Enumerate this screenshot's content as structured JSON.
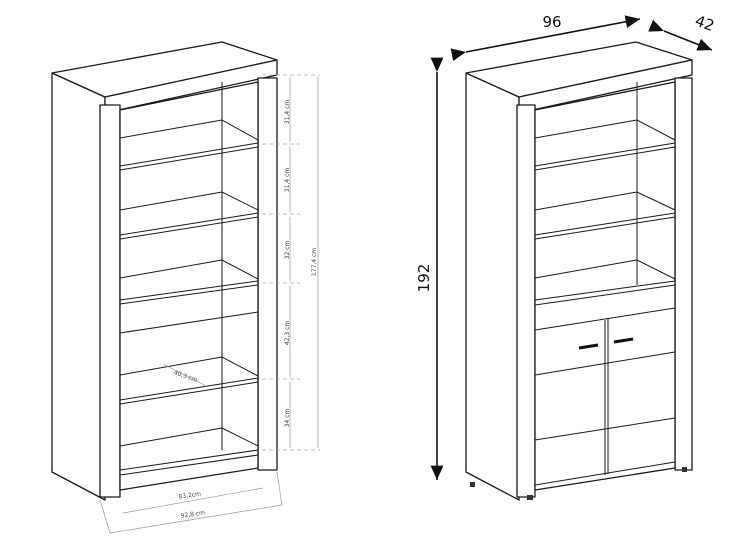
{
  "left_drawing": {
    "shelf_heights": [
      "31,4 cm",
      "31,4 cm",
      "32 cm",
      "42,3 cm",
      "34 cm"
    ],
    "total_height": "177,4 cm",
    "shelf_depth": "40,3 cm",
    "inner_width": "83,2cm",
    "outer_width": "92,8 cm"
  },
  "right_drawing": {
    "width": "96",
    "depth": "42",
    "height": "192"
  }
}
